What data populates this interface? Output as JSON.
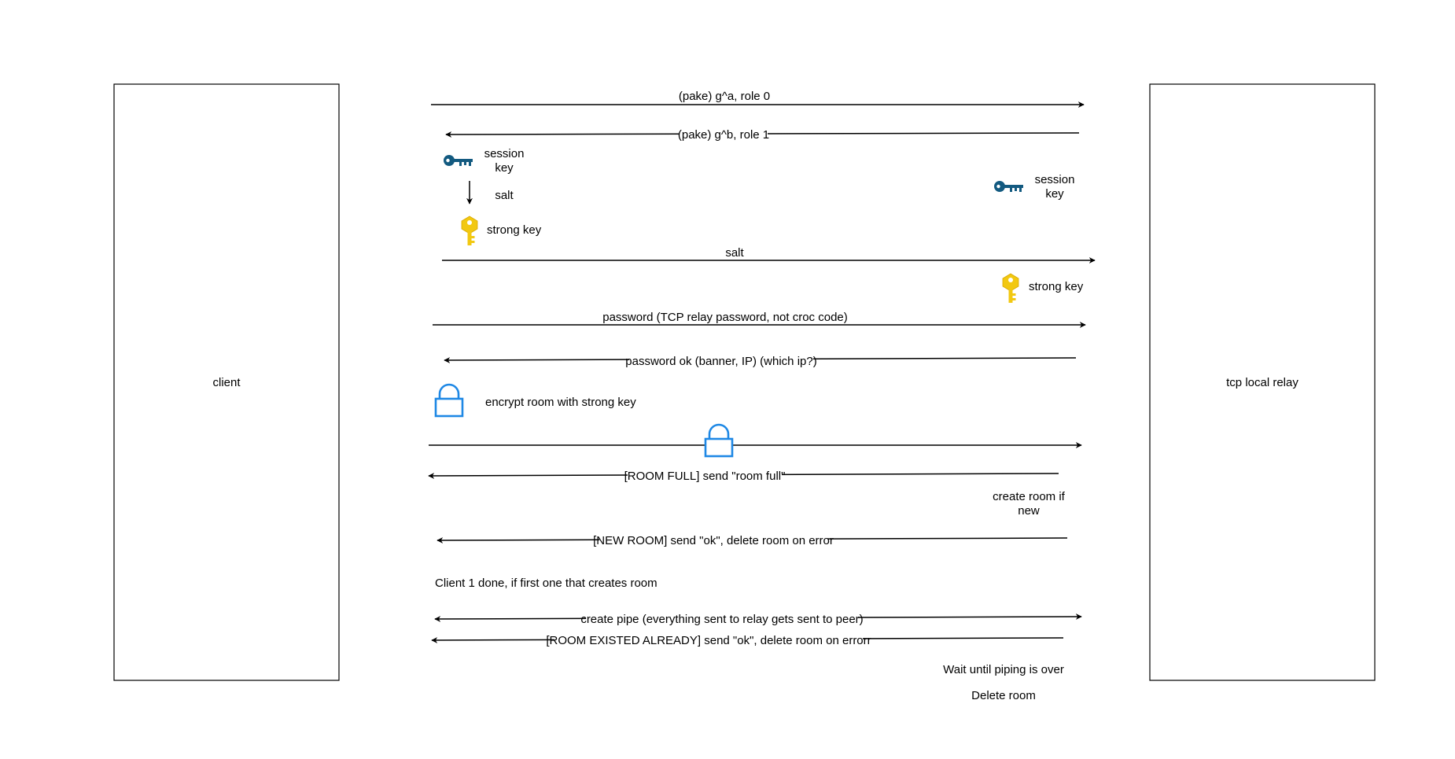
{
  "participants": {
    "client": "client",
    "relay": "tcp local relay"
  },
  "messages": {
    "pake_a": "(pake) g^a, role 0",
    "pake_b": "(pake) g^b, role 1",
    "salt": "salt",
    "password": "password (TCP relay password, not croc code)",
    "password_ok": "password ok (banner, IP) (which ip?)",
    "room_full": "[ROOM FULL] send \"room full\"",
    "new_room": "[NEW ROOM] send \"ok\", delete room on error",
    "create_pipe": "create pipe (everything sent to relay gets sent to peer)",
    "room_existed": "[ROOM EXISTED ALREADY] send \"ok\", delete room on errorr"
  },
  "client_notes": {
    "session_key_line1": "session",
    "session_key_line2": "key",
    "salt": "salt",
    "strong_key": "strong key",
    "encrypt_room": "encrypt room with strong key",
    "client_done": "Client 1 done, if first one that creates room"
  },
  "relay_notes": {
    "session_key_line1": "session",
    "session_key_line2": "key",
    "strong_key": "strong key",
    "create_room_line1": "create room if",
    "create_room_line2": "new",
    "wait_piping": "Wait until piping is over",
    "delete_room": "Delete room"
  },
  "icons": {
    "session_key": "session-key-icon",
    "strong_key": "strong-key-icon",
    "lock": "lock-icon",
    "down_arrow": "down-arrow-icon"
  },
  "colors": {
    "session_key": "#135a80",
    "strong_key": "#f2c811",
    "lock": "#1e88e5"
  }
}
